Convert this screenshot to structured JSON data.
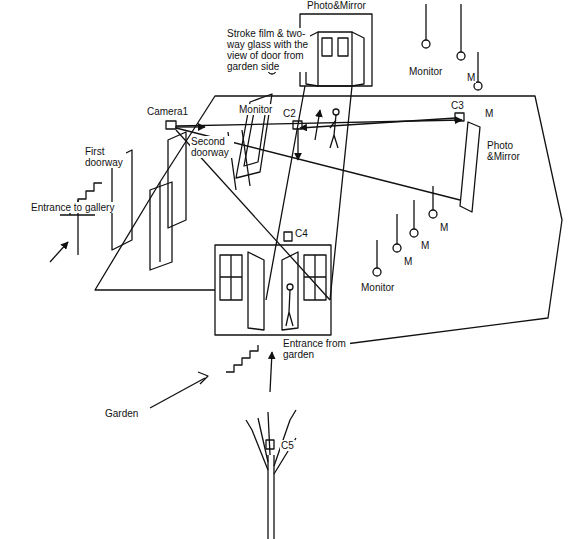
{
  "diagram": {
    "labels": [
      "Photo&Mirror",
      "Stroke film & two-way glass with the view of door from garden side",
      "Monitor",
      "Monitor",
      "M",
      "C3",
      "M",
      "Camera1",
      "C2",
      "Second doorway",
      "First doorway",
      "Photo &Mirror",
      "Entrance to gallery",
      "C4",
      "M",
      "M",
      "M",
      "Monitor",
      "Entrance from garden",
      "Garden",
      "C5"
    ]
  }
}
